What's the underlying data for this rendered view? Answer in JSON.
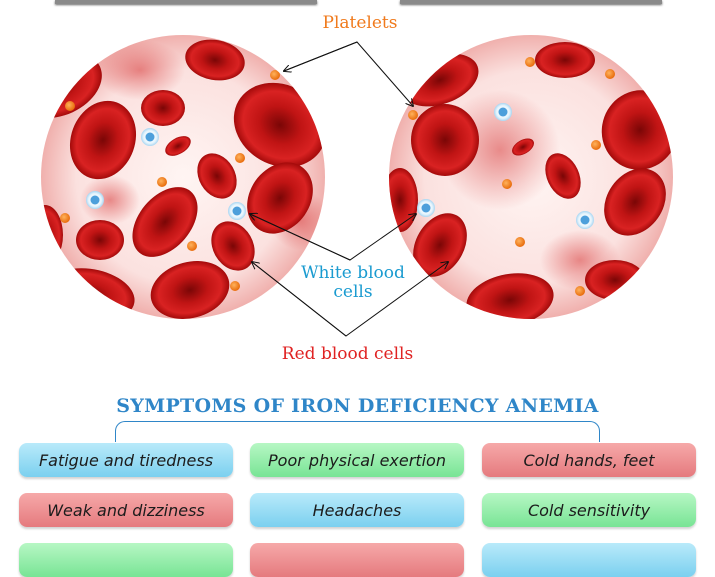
{
  "labels": {
    "platelets": "Platelets",
    "white_blood_line1": "White blood",
    "white_blood_line2": "cells",
    "red_blood": "Red blood cells"
  },
  "title": "SYMPTOMS OF IRON DEFICIENCY ANEMIA",
  "symptoms": [
    {
      "label": "Fatigue and tiredness",
      "color": "blue"
    },
    {
      "label": "Poor physical exertion",
      "color": "green"
    },
    {
      "label": "Cold hands, feet",
      "color": "red"
    },
    {
      "label": "Weak and dizziness",
      "color": "red"
    },
    {
      "label": "Headaches",
      "color": "blue"
    },
    {
      "label": "Cold sensitivity",
      "color": "green"
    },
    {
      "label": "",
      "color": "green"
    },
    {
      "label": "",
      "color": "red"
    },
    {
      "label": "",
      "color": "blue"
    }
  ],
  "colors": {
    "platelets_label": "#f07a1c",
    "white_blood_label": "#1a9bd0",
    "red_blood_label": "#e02222",
    "title": "#2f86c8",
    "red_cell": "#c41414",
    "platelet": "#f5861e",
    "white_cell": "#6cb8e6"
  }
}
